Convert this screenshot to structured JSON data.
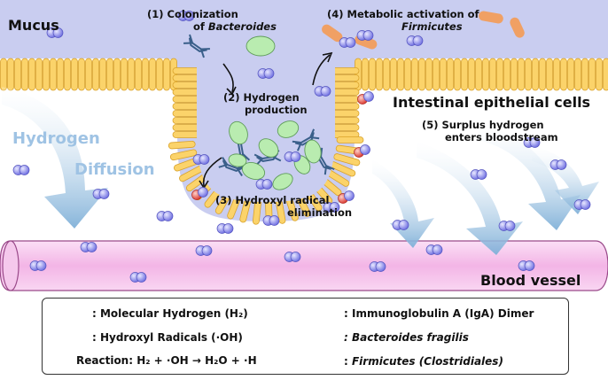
{
  "regions": {
    "mucus_label": "Mucus",
    "epithelial_label": "Intestinal epithelial cells",
    "blood_label": "Blood vessel",
    "diffusion_word1": "Hydrogen",
    "diffusion_word2": "Diffusion"
  },
  "steps": {
    "s1_line1": "(1) Colonization",
    "s1_line2_prefix": "of ",
    "s1_line2_italic": "Bacteroides",
    "s2_line1": "(2) Hydrogen",
    "s2_line2": "production",
    "s3_line1": "(3) Hydroxyl radical",
    "s3_line2": "elimination",
    "s4_line1": "(4) Metabolic activation of",
    "s4_line2_italic": "Firmicutes",
    "s5_line1": "(5) Surplus hydrogen",
    "s5_line2": "enters bloodstream"
  },
  "legend": {
    "h2": ": Molecular Hydrogen (H₂)",
    "oh": ": Hydroxyl Radicals (·OH)",
    "reaction": "Reaction: H₂ + ·OH → H₂O + ·H",
    "iga": ": Immunoglobulin A (IgA) Dimer",
    "bacteroides": ": Bacteroides fragilis",
    "firmicutes_prefix": ": ",
    "firmicutes_italic": "Firmicutes",
    "firmicutes_paren": " (Clostridiales)"
  },
  "colors": {
    "mucus_bg": "#c9cdf0",
    "cell_fill": "#fbd36a",
    "cell_stroke": "#d9a22a",
    "vessel_fill": "#f7c6ee",
    "vessel_stroke": "#9a4a8a",
    "h2_fill": "#7f7fe6",
    "oh_red": "#e0453c",
    "bacteroides_fill": "#b9ecb0",
    "bacteroides_stroke": "#5f9c5a",
    "firmicutes_fill": "#f0a064",
    "arrow_fill": "#a9cbe4",
    "iga_stroke": "#3a5f8a"
  }
}
